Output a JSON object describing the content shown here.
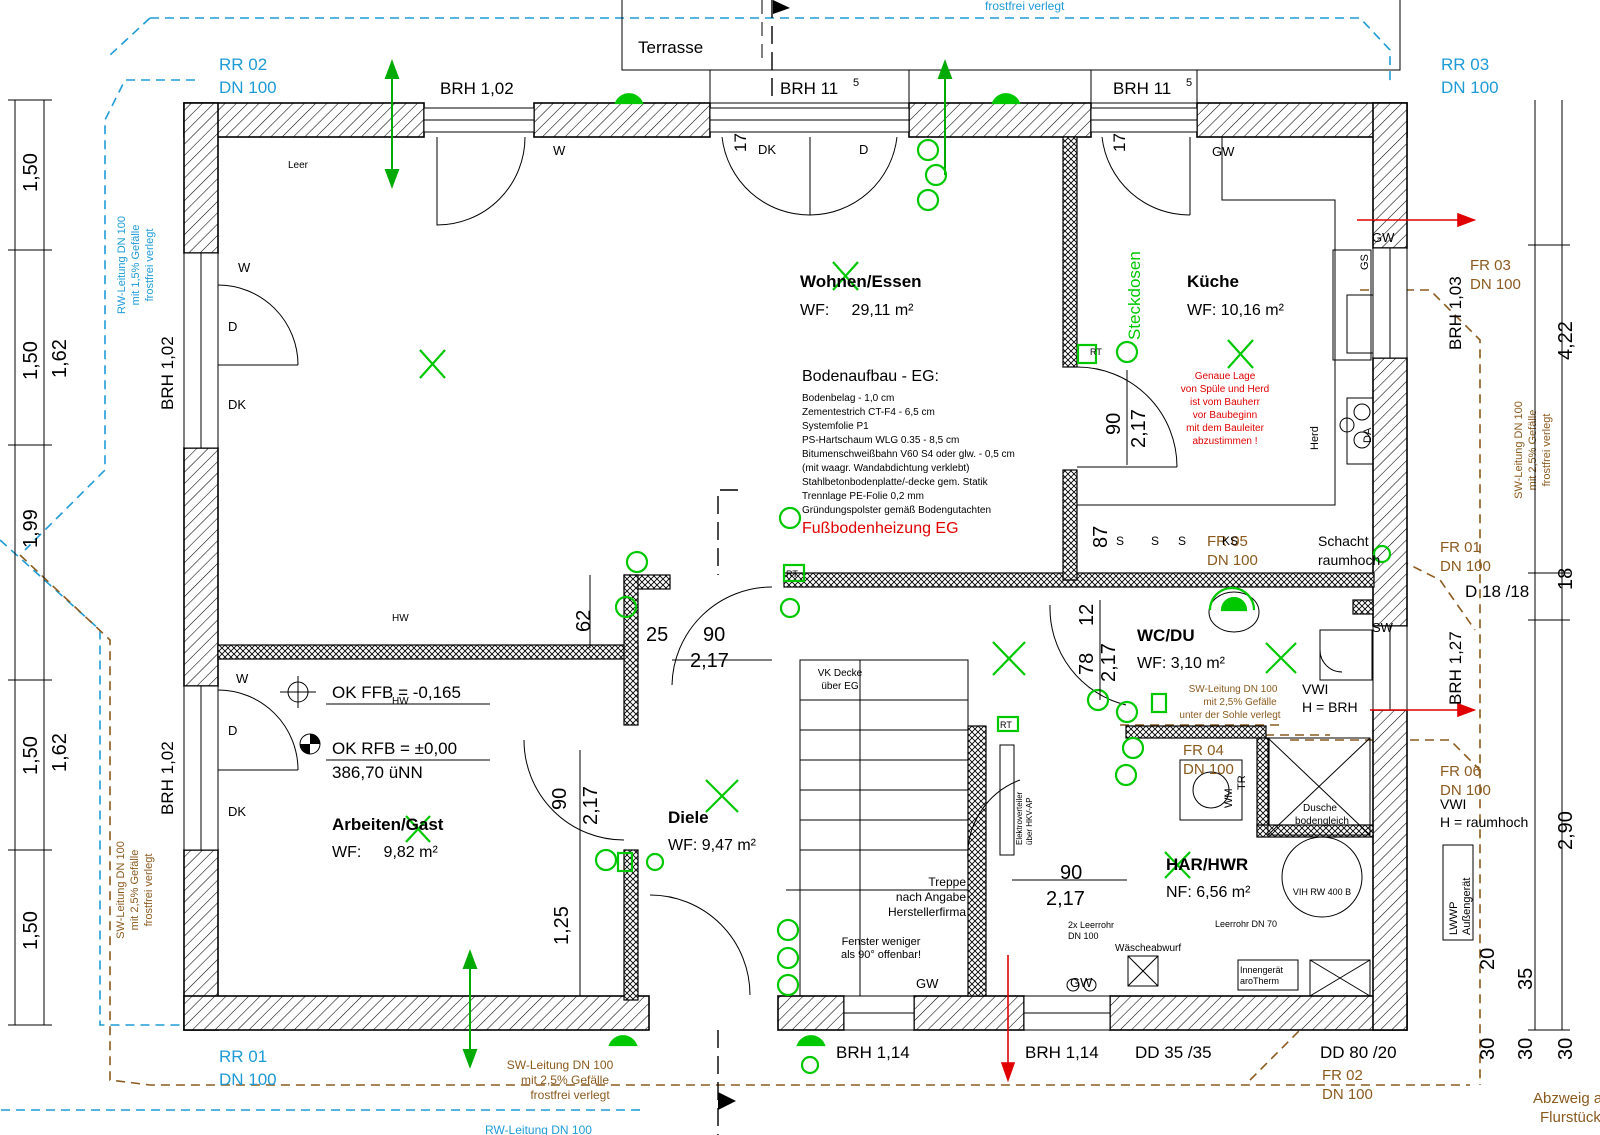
{
  "plan": {
    "rooms": [
      {
        "name": "Wohnen/Essen",
        "area": "WF:     29,11 m²"
      },
      {
        "name": "Küche",
        "area": "WF: 10,16 m²"
      },
      {
        "name": "Arbeiten/Gast",
        "area": "WF:     9,82 m²"
      },
      {
        "name": "Diele",
        "area": "WF: 9,47 m²"
      },
      {
        "name": "WC/DU",
        "area": "WF: 3,10 m²"
      },
      {
        "name": "HAR/HWR",
        "area": "NF: 6,56 m²"
      }
    ],
    "terrace": "Terrasse",
    "floor_heating": "Fußbodenheizung EG",
    "floor_build": {
      "title": "Bodenaufbau - EG:",
      "lines": [
        "Bodenbelag - 1,0 cm",
        "Zementestrich CT-F4 - 6,5 cm",
        "Systemfolie P1",
        "PS-Hartschaum WLG 0.35 - 8,5 cm",
        "Bitumenschweißbahn V60 S4 oder glw. - 0,5 cm",
        "(mit waagr. Wandabdichtung verklebt)",
        "Stahlbetonbodenplatte/-decke gem. Statik",
        "Trennlage PE-Folie 0,2 mm",
        "Gründungspolster gemäß Bodengutachten"
      ]
    },
    "kitchen_note": [
      "Genaue Lage",
      "von Spüle und Herd",
      "ist vom Bauherr",
      "vor Baubeginn",
      "mit dem Bauleiter",
      "abzustimmen !"
    ],
    "levels": {
      "ok_ffb": "OK FFB = -0,165",
      "ok_rfb": "OK RFB = ±0,00",
      "nn": "386,70 üNN"
    },
    "openings": {
      "brh_102_top": "BRH 1,02",
      "brh_115_a": "BRH 11",
      "brh_115_b": "BRH 11",
      "sup5": "5",
      "brh_102_left_top": "BRH 1,02",
      "brh_102_left_bot": "BRH 1,02",
      "brh_103": "BRH 1,03",
      "brh_127": "BRH 1,27",
      "brh_1145_a": "BRH 1,14",
      "brh_1145_b": "BRH 1,14",
      "dd_3535": "DD 35 /35",
      "dd_8020": "DD 80 /20",
      "d_1818": "D 18 /18"
    },
    "pipes": {
      "rr02": "RR 02",
      "rr03": "RR 03",
      "rr01": "RR 01",
      "dn100": "DN 100",
      "fr03": "FR 03",
      "fr01": "FR 01",
      "fr06": "FR 06",
      "fr02": "FR 02",
      "fr04": "FR 04",
      "fr05": "FR 05",
      "dn100b": "DN 100",
      "frostfrei": "frostfrei verlegt",
      "rw_left": [
        "RW-Leitung DN 100",
        "mit 1,5% Gefälle",
        "frostfrei verlegt"
      ],
      "sw_left": [
        "SW-Leitung DN 100",
        "mit 2,5% Gefälle",
        "frostfrei verlegt"
      ],
      "sw_bottom": [
        "SW-Leitung DN 100",
        "mit 2,5% Gefälle",
        "frostfrei verlegt"
      ],
      "sw_right": [
        "SW-Leitung DN 100",
        "mit 2,5% Gefälle",
        "frostfrei verlegt"
      ],
      "sw_wc": [
        "SW-Leitung DN 100",
        "mit 2,5% Gefälle",
        "unter der Sohle verlegt"
      ],
      "rw_bottom": "RW-Leitung DN 100",
      "abzweig": "Abzweig a",
      "flurstueck": "Flurstück"
    },
    "fixtures": {
      "steckdosen": "Steckdosen",
      "schacht": "Schacht",
      "raumhoch": "raumhoch",
      "vwi": "VWI",
      "h_brh": "H = BRH",
      "vwi2": "VWI",
      "h_raumhoch": "H = raumhoch",
      "dusche": [
        "Dusche",
        "bodengleich"
      ],
      "vih": "VIH RW 400 B",
      "lwwp": [
        "LWWP",
        "Außengerät"
      ],
      "treppe": [
        "Treppe",
        "nach Angabe",
        "Herstellerfirma"
      ],
      "fenster": [
        "Fenster weniger",
        "als 90° offenbar!"
      ],
      "vk_decke": [
        "VK Decke",
        "über EG"
      ],
      "elektro": [
        "Elektroverteiler",
        "über HKV-AP"
      ],
      "leerrohr2": [
        "2x Leerrohr",
        "DN 100"
      ],
      "waescheabwurf": "Wäscheabwurf",
      "leerrohr70": "Leerrohr DN 70",
      "innengeraet": [
        "Innengerät",
        "aroTherm"
      ],
      "herd": "Herd",
      "gs": "GS",
      "da": "DA",
      "ks": "KS",
      "wm": "WM",
      "tr": "TR",
      "gw": "GW",
      "hw": "HW",
      "w": "W",
      "leer": "Leer",
      "rt": "RT",
      "sw": "SW",
      "dk": "DK",
      "d": "D",
      "s": "S"
    },
    "dims": {
      "d150": "1,50",
      "d1625": "1,62",
      "d1995": "1,99",
      "d150b": "1,50",
      "d1625b": "1,62",
      "d150c": "1,50",
      "d90": "90",
      "d2175": "2,17",
      "d625": "62",
      "d25": "25",
      "d125": "1,25",
      "d875": "87",
      "d78": "78",
      "d12": "12",
      "d17": "17",
      "d18": "18",
      "d4225": "4,22",
      "d290": "2,90",
      "d20": "20",
      "d35": "35",
      "d30": "30",
      "sup5": "5"
    }
  }
}
